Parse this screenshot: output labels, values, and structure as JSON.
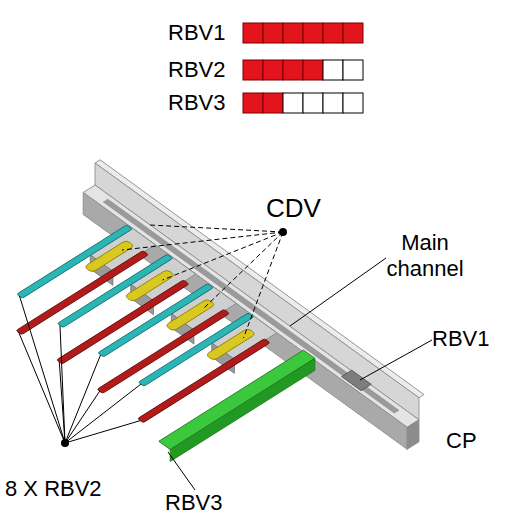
{
  "diagram": {
    "labels": [
      "RBV1",
      "RBV2",
      "RBV3",
      "CDV",
      "Main channel",
      "RBV1",
      "CP",
      "8 X RBV2",
      "RBV3"
    ]
  }
}
